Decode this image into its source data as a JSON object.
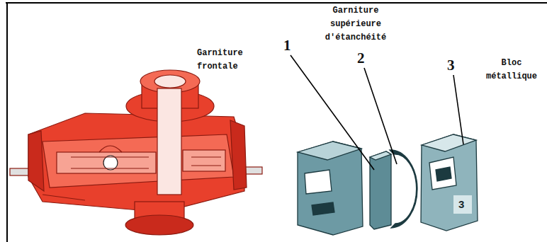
{
  "diagram": {
    "labels": [
      "Garniture frontale",
      "1",
      "Garniture supérieure d'étanchéité",
      "2",
      "3",
      "Bloc métallique",
      "3"
    ]
  }
}
